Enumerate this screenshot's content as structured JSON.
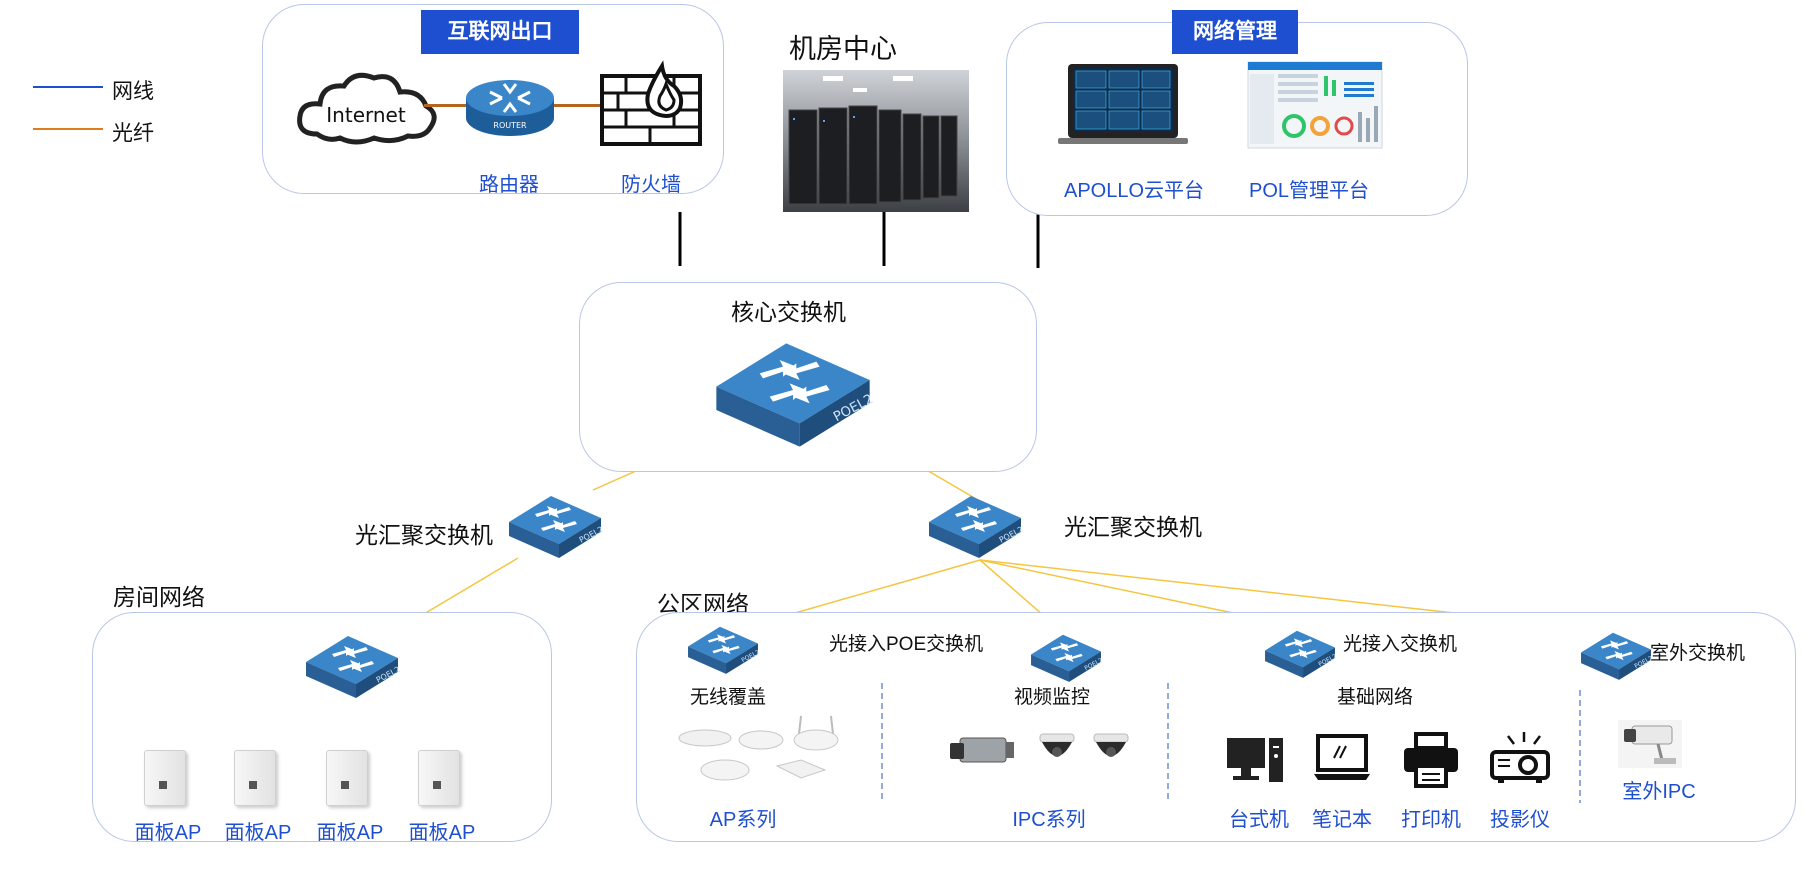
{
  "legend": {
    "wire_label": "网线",
    "fiber_label": "光纤",
    "wire_color": "#1f4fd1",
    "fiber_color": "#e07a1f"
  },
  "internet_exit": {
    "tag": "互联网出口",
    "cloud_text": "Internet",
    "router_text": "ROUTER",
    "router_label": "路由器",
    "firewall_label": "防火墙"
  },
  "datacenter": {
    "title": "机房中心"
  },
  "network_mgmt": {
    "tag": "网络管理",
    "apollo_label": "APOLLO云平台",
    "pol_label": "POL管理平台"
  },
  "core": {
    "title": "核心交换机",
    "switch_text": "POEL2"
  },
  "aggregation": {
    "left_label": "光汇聚交换机",
    "right_label": "光汇聚交换机"
  },
  "room_network": {
    "title": "房间网络",
    "ap_labels": [
      "面板AP",
      "面板AP",
      "面板AP",
      "面板AP"
    ]
  },
  "public_network": {
    "title": "公区网络",
    "poe_switch_label": "光接入POE交换机",
    "access_switch_label": "光接入交换机",
    "outdoor_switch_label": "室外交换机",
    "wireless": {
      "title": "无线覆盖",
      "series": "AP系列"
    },
    "video": {
      "title": "视频监控",
      "series": "IPC系列"
    },
    "basic": {
      "title": "基础网络",
      "devices": [
        "台式机",
        "笔记本",
        "打印机",
        "投影仪"
      ]
    },
    "outdoor": {
      "device": "室外IPC"
    }
  },
  "colors": {
    "accent": "#1f4fd1",
    "box_border": "#b9c7e6",
    "fiber_line": "#f5c542",
    "switch_blue": "#3a86c8"
  }
}
